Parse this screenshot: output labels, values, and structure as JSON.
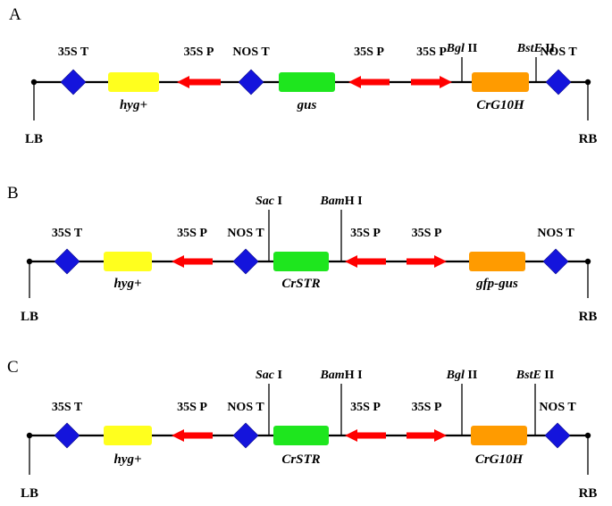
{
  "colors": {
    "line": "#000000",
    "terminator": "#1414dc",
    "selection_marker": "#ffff1e",
    "reporter_gene": "#1ee61e",
    "target_gene": "#ff9b00",
    "promoter_arrow": "#ff0000"
  },
  "panels": [
    {
      "label": "A",
      "border_left": "LB",
      "border_right": "RB",
      "terminators": [
        {
          "label": "35S T"
        },
        {
          "label": "NOS T"
        },
        {
          "label": "NOS T"
        }
      ],
      "genes": [
        {
          "kind": "selection_marker",
          "label": "hyg+"
        },
        {
          "kind": "reporter_gene",
          "label": "gus"
        },
        {
          "kind": "target_gene",
          "label": "CrG10H"
        }
      ],
      "promoters": [
        {
          "label": "35S P",
          "direction": "left"
        },
        {
          "label": "35S P",
          "direction": "left"
        },
        {
          "label": "35S P",
          "direction": "right"
        }
      ],
      "sites": [
        {
          "name": "Bgl",
          "suffix": " II"
        },
        {
          "name": "BstE",
          "suffix": " II"
        }
      ]
    },
    {
      "label": "B",
      "border_left": "LB",
      "border_right": "RB",
      "terminators": [
        {
          "label": "35S T"
        },
        {
          "label": "NOS T"
        },
        {
          "label": "NOS T"
        }
      ],
      "genes": [
        {
          "kind": "selection_marker",
          "label": "hyg+"
        },
        {
          "kind": "reporter_gene",
          "label": "CrSTR"
        },
        {
          "kind": "target_gene",
          "label": "gfp-gus"
        }
      ],
      "promoters": [
        {
          "label": "35S P",
          "direction": "left"
        },
        {
          "label": "35S P",
          "direction": "left"
        },
        {
          "label": "35S P",
          "direction": "right"
        }
      ],
      "sites": [
        {
          "name": "Sac",
          "suffix": " I"
        },
        {
          "name": "Bam",
          "suffix": "H I"
        }
      ]
    },
    {
      "label": "C",
      "border_left": "LB",
      "border_right": "RB",
      "terminators": [
        {
          "label": "35S T"
        },
        {
          "label": "NOS T"
        },
        {
          "label": "NOS T"
        }
      ],
      "genes": [
        {
          "kind": "selection_marker",
          "label": "hyg+"
        },
        {
          "kind": "reporter_gene",
          "label": "CrSTR"
        },
        {
          "kind": "target_gene",
          "label": "CrG10H"
        }
      ],
      "promoters": [
        {
          "label": "35S P",
          "direction": "left"
        },
        {
          "label": "35S P",
          "direction": "left"
        },
        {
          "label": "35S P",
          "direction": "right"
        }
      ],
      "sites": [
        {
          "name": "Sac",
          "suffix": " I"
        },
        {
          "name": "Bam",
          "suffix": "H I"
        },
        {
          "name": "Bgl",
          "suffix": " II"
        },
        {
          "name": "BstE",
          "suffix": " II"
        }
      ]
    }
  ]
}
